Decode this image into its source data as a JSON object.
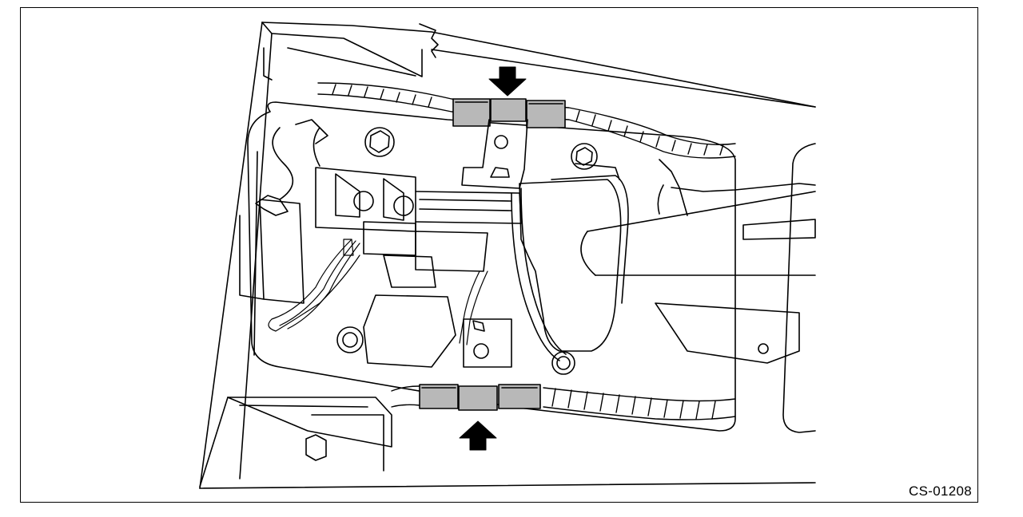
{
  "figure": {
    "code_label": "CS-01208",
    "colors": {
      "line": "#000000",
      "fill": "#ffffff",
      "clip_fill": "#b8b8b8",
      "arrow": "#000000"
    },
    "callouts": [
      {
        "name": "top-arrow",
        "direction": "down"
      },
      {
        "name": "bottom-arrow",
        "direction": "up"
      }
    ]
  }
}
